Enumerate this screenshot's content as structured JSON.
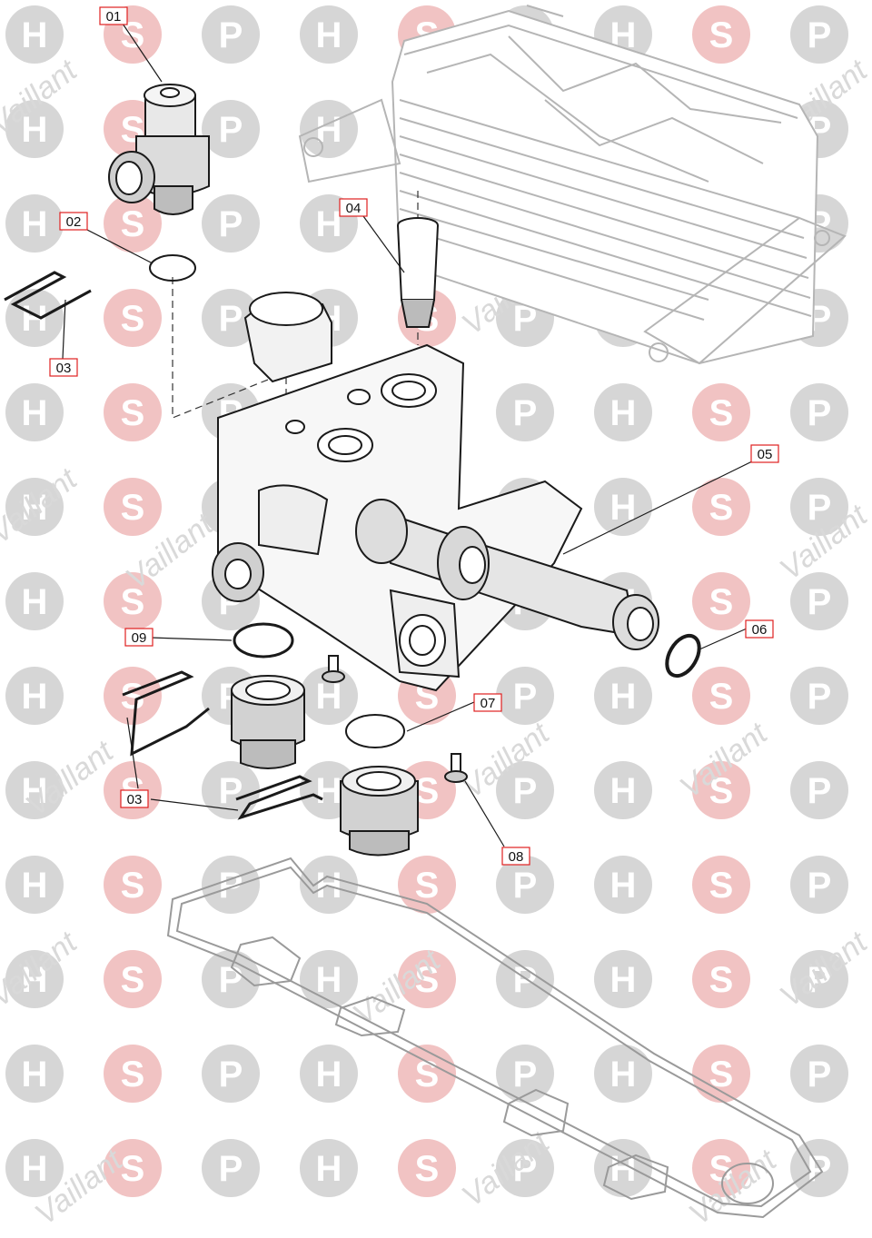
{
  "watermark": {
    "letters": [
      "H",
      "S",
      "P"
    ],
    "brand": "Vaillant",
    "colors": {
      "grey_disc": "#d6d6d6",
      "red_disc": "#f1c3c3",
      "text": "#ffffff"
    }
  },
  "diagram": {
    "line_color": "#1a1a1a",
    "faint_color": "#bdbdbd",
    "label_border_color": "#e02020",
    "parts": [
      {
        "id": "01"
      },
      {
        "id": "02"
      },
      {
        "id": "03"
      },
      {
        "id": "04"
      },
      {
        "id": "05"
      },
      {
        "id": "06"
      },
      {
        "id": "07"
      },
      {
        "id": "08"
      },
      {
        "id": "09"
      }
    ]
  }
}
